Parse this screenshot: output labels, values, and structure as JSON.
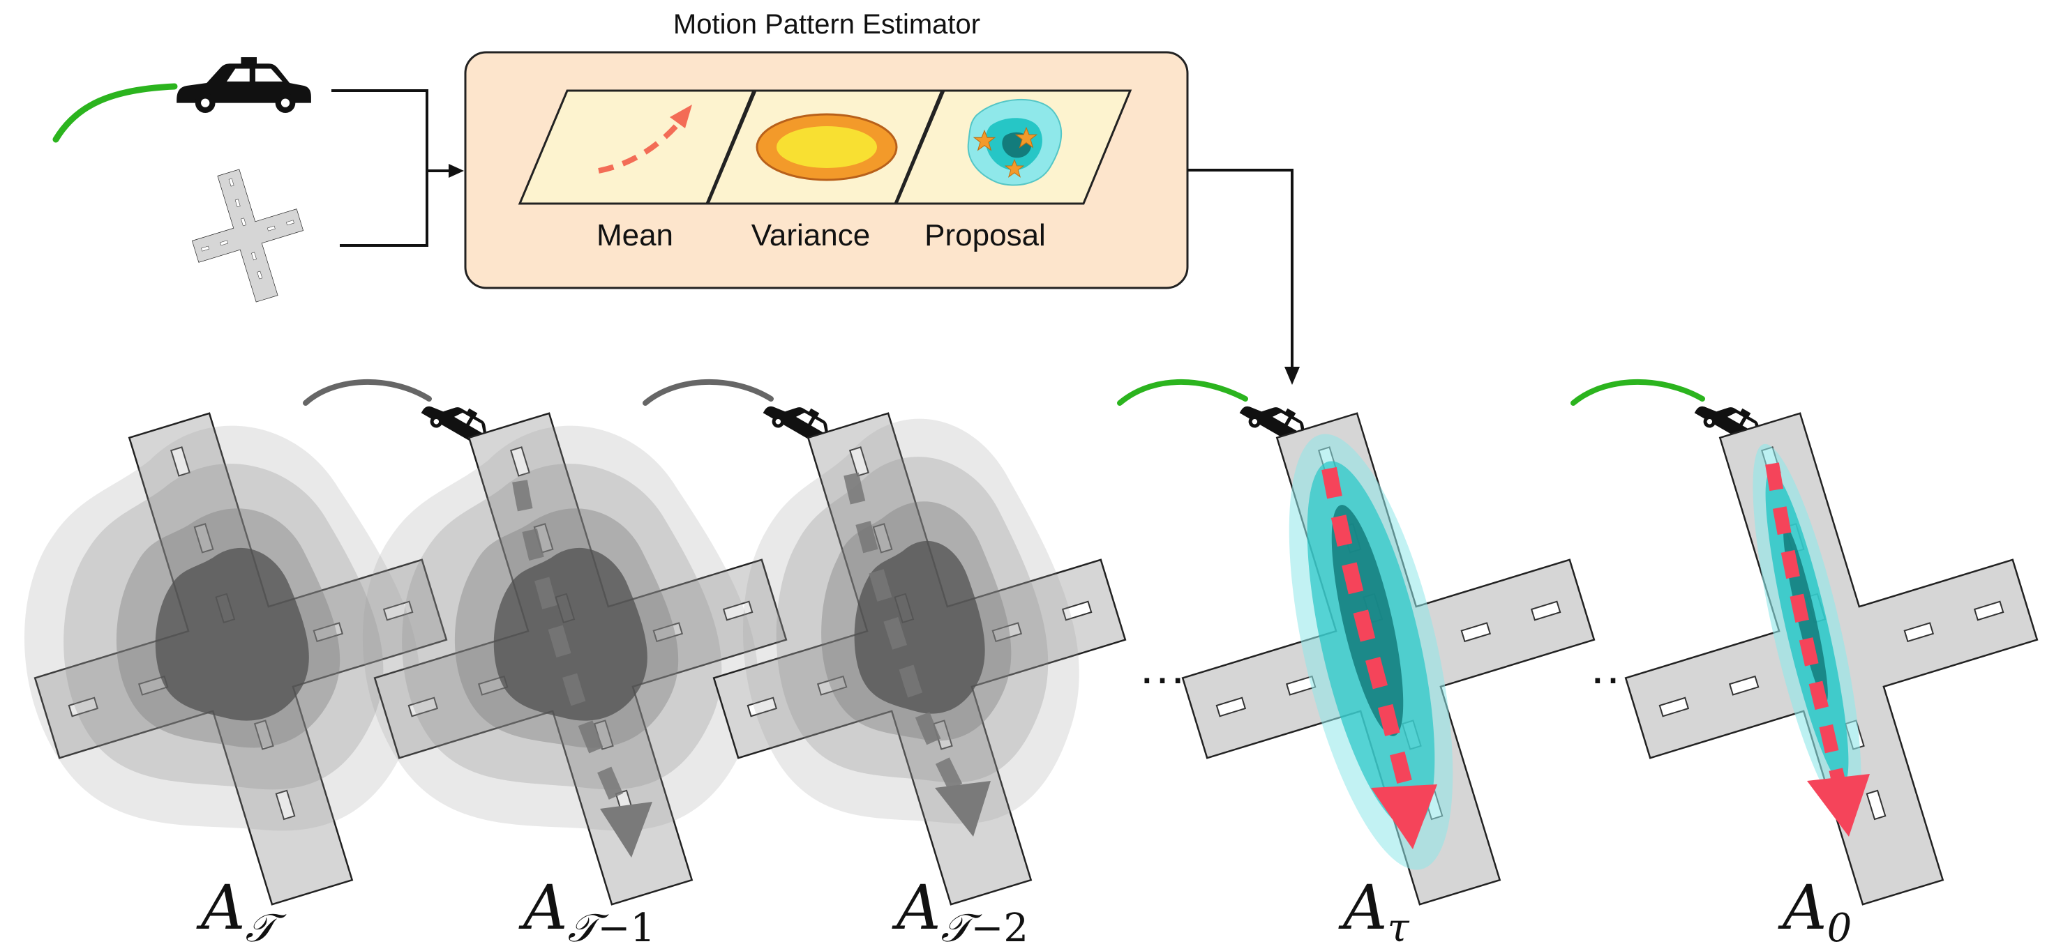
{
  "estimator": {
    "title": "Motion Pattern Estimator",
    "panels": [
      {
        "label": "Mean"
      },
      {
        "label": "Variance"
      },
      {
        "label": "Proposal"
      }
    ]
  },
  "ellipses": [
    "…",
    "…"
  ],
  "steps": [
    {
      "base": "A",
      "sub": "𝒯",
      "suffix": ""
    },
    {
      "base": "A",
      "sub": "𝒯",
      "suffix": "−1"
    },
    {
      "base": "A",
      "sub": "𝒯",
      "suffix": "−2"
    },
    {
      "base": "A",
      "sub": "τ",
      "suffix": ""
    },
    {
      "base": "A",
      "sub": "0",
      "suffix": ""
    }
  ],
  "colors": {
    "estimator_fill": "#fde5cc",
    "panel_fill": "#fdf3cf",
    "trajectory_green": "#2bb41e",
    "trajectory_gray": "#666666",
    "road": "#d6d6d6",
    "cyan": "#26c6c6",
    "red_dash": "#f5445a",
    "orange": "#f39a2a",
    "yellow": "#f8e032"
  },
  "icons": {
    "car": "taxi-car-icon",
    "intersection": "intersection-map-icon",
    "star": "star-icon"
  }
}
